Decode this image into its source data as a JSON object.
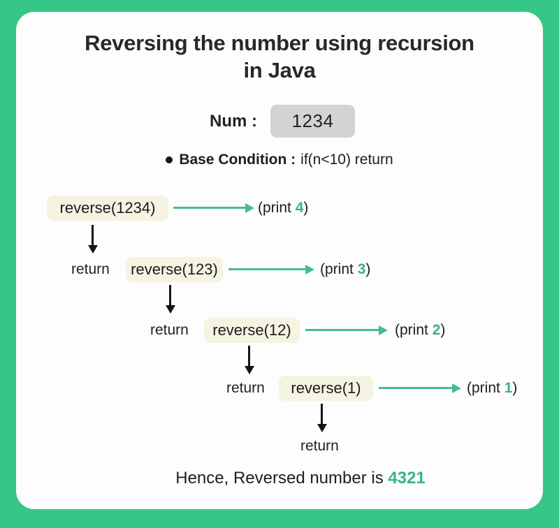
{
  "colors": {
    "background_green": "#35c785",
    "arrow_green": "#45bd8c",
    "digit_green": "#39b287",
    "box_cream": "#f5f3e2",
    "num_box_gray": "#d4d2d3"
  },
  "header": {
    "title_line1": "Reversing the number using recursion",
    "title_line2": "in Java"
  },
  "num_input": {
    "label": "Num :",
    "value": "1234"
  },
  "base_condition": {
    "label": "Base Condition :",
    "condition": "if(n<10) return"
  },
  "flow": {
    "rows": [
      {
        "call": "reverse(1234)",
        "print_open": "(print ",
        "print_digit": "4",
        "print_close": ")"
      },
      {
        "return_label": "return",
        "call": "reverse(123)",
        "print_open": "(print ",
        "print_digit": "3",
        "print_close": ")"
      },
      {
        "return_label": "return",
        "call": "reverse(12)",
        "print_open": "(print ",
        "print_digit": "2",
        "print_close": ")"
      },
      {
        "return_label": "return",
        "call": "reverse(1)",
        "print_open": "(print ",
        "print_digit": "1",
        "print_close": ")"
      }
    ],
    "final_return": "return"
  },
  "conclusion": {
    "text": "Hence, Reversed number is ",
    "result": "4321"
  }
}
